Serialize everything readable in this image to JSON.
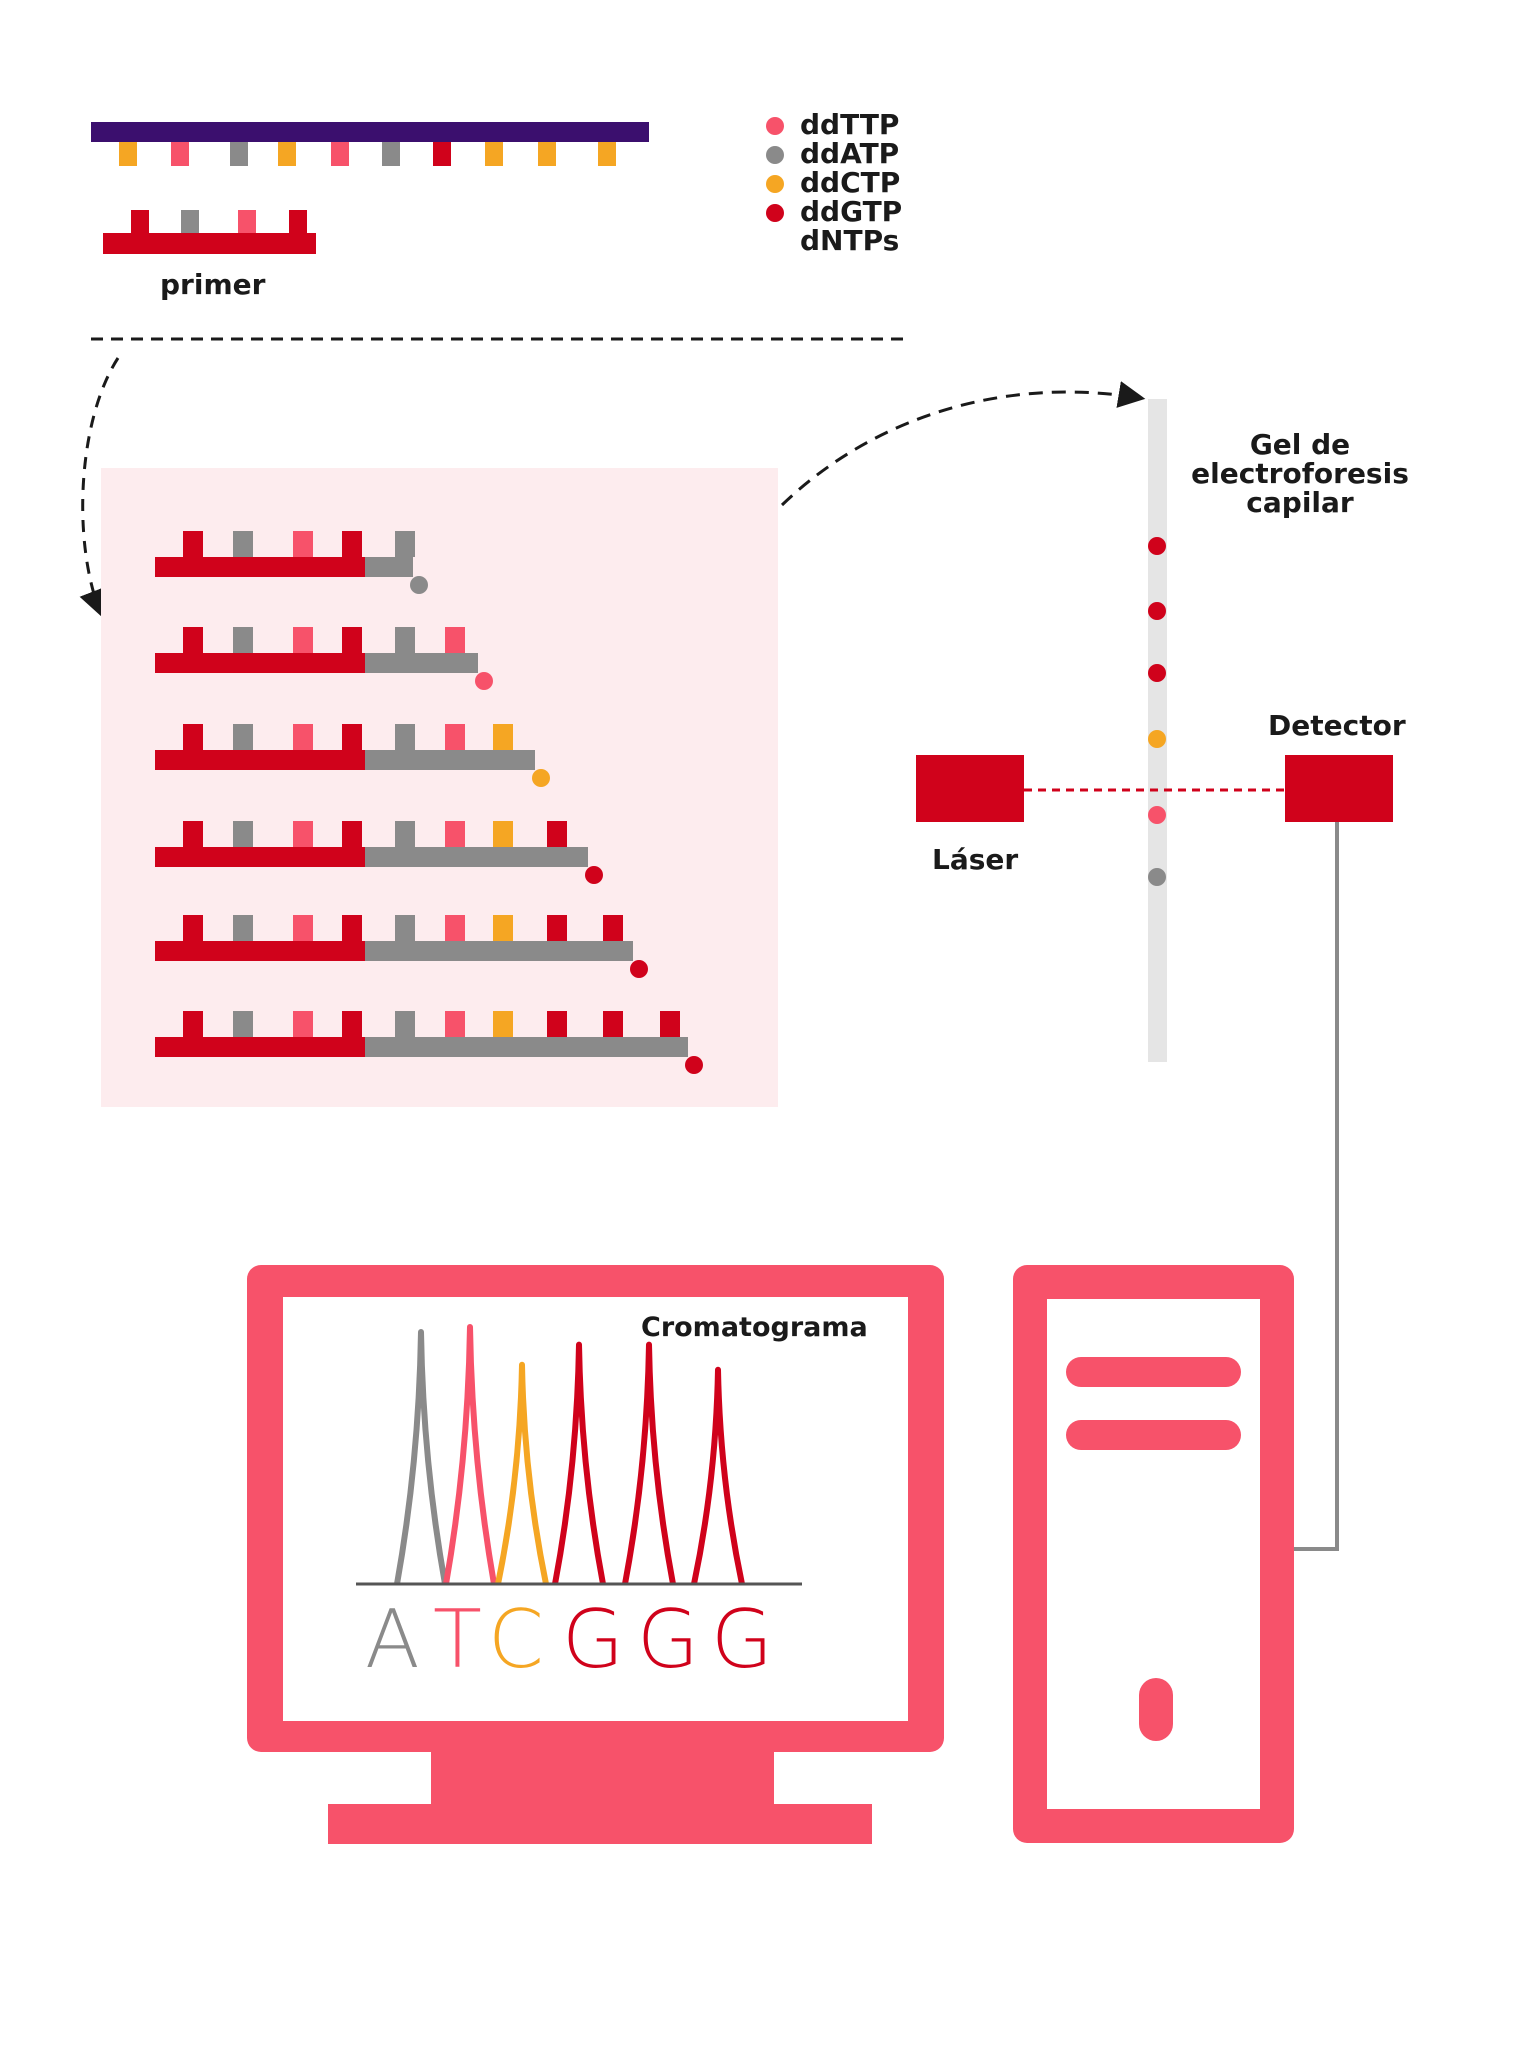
{
  "colors": {
    "template": "#3b0f6e",
    "primer": "#d0021b",
    "extension": "#8a8a8a",
    "ddTTP": "#f7526a",
    "ddATP": "#8a8a8a",
    "ddCTP": "#f5a623",
    "ddGTP": "#d0021b",
    "reaction_bg": "#fdecee",
    "gel": "#e5e5e5",
    "computer": "#f7526a",
    "cable": "#8a8a8a"
  },
  "legend": [
    {
      "label": "ddTTP",
      "color": "#f7526a"
    },
    {
      "label": "ddATP",
      "color": "#8a8a8a"
    },
    {
      "label": "ddCTP",
      "color": "#f5a623"
    },
    {
      "label": "ddGTP",
      "color": "#d0021b"
    },
    {
      "label": "dNTPs",
      "color": ""
    }
  ],
  "template_bases": [
    "ddCTP",
    "ddTTP",
    "ddATP",
    "ddCTP",
    "ddTTP",
    "ddATP",
    "ddGTP",
    "ddCTP",
    "ddCTP",
    "ddCTP"
  ],
  "primer_bases": [
    "ddGTP",
    "ddATP",
    "ddTTP",
    "ddGTP"
  ],
  "labels": {
    "primer": "primer",
    "gel": [
      "Gel de",
      "electroforesis",
      "capilar"
    ],
    "detector": "Detector",
    "laser": "Láser",
    "chromatogram": "Cromatograma"
  },
  "fragments": [
    {
      "added": [
        "ddATP"
      ],
      "terminator": "ddATP"
    },
    {
      "added": [
        "ddATP",
        "ddTTP"
      ],
      "terminator": "ddTTP"
    },
    {
      "added": [
        "ddATP",
        "ddTTP",
        "ddCTP"
      ],
      "terminator": "ddCTP"
    },
    {
      "added": [
        "ddATP",
        "ddTTP",
        "ddCTP",
        "ddGTP"
      ],
      "terminator": "ddGTP"
    },
    {
      "added": [
        "ddATP",
        "ddTTP",
        "ddCTP",
        "ddGTP",
        "ddGTP"
      ],
      "terminator": "ddGTP"
    },
    {
      "added": [
        "ddATP",
        "ddTTP",
        "ddCTP",
        "ddGTP",
        "ddGTP",
        "ddGTP"
      ],
      "terminator": "ddGTP"
    }
  ],
  "gel_bands": [
    "ddGTP",
    "ddGTP",
    "ddGTP",
    "ddCTP",
    "ddTTP",
    "ddATP"
  ],
  "chromatogram": {
    "bases": [
      {
        "letter": "A",
        "color": "#8a8a8a"
      },
      {
        "letter": "T",
        "color": "#f7526a"
      },
      {
        "letter": "C",
        "color": "#f5a623"
      },
      {
        "letter": "G",
        "color": "#d0021b"
      },
      {
        "letter": "G",
        "color": "#d0021b"
      },
      {
        "letter": "G",
        "color": "#d0021b"
      }
    ],
    "peak_heights": [
      1.0,
      1.02,
      0.87,
      0.95,
      0.95,
      0.85
    ]
  }
}
